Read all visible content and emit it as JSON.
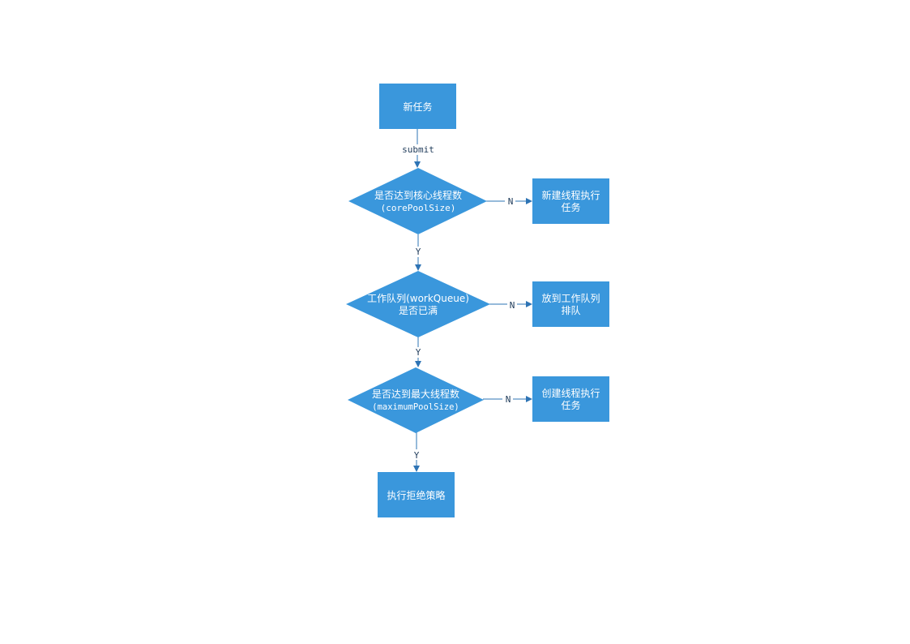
{
  "colors": {
    "node_fill": "#3a97dc",
    "edge": "#2e74b5",
    "node_text": "#ffffff",
    "label_text": "#1f3b5a",
    "background": "#ffffff"
  },
  "nodes": {
    "new_task": {
      "lines": [
        "新任务"
      ]
    },
    "core_check": {
      "lines": [
        "是否达到核心线程数",
        "(corePoolSize)"
      ]
    },
    "new_thread": {
      "lines": [
        "新建线程执行",
        "任务"
      ]
    },
    "queue_check": {
      "lines": [
        "工作队列(workQueue)",
        "是否已满"
      ]
    },
    "enqueue": {
      "lines": [
        "放到工作队列",
        "排队"
      ]
    },
    "max_check": {
      "lines": [
        "是否达到最大线程数",
        "(maximumPoolSize)"
      ]
    },
    "create_thread": {
      "lines": [
        "创建线程执行",
        "任务"
      ]
    },
    "reject": {
      "lines": [
        "执行拒绝策略"
      ]
    }
  },
  "edges": {
    "submit": "submit",
    "core_no": "N",
    "core_yes": "Y",
    "queue_no": "N",
    "queue_yes": "Y",
    "max_no": "N",
    "max_yes": "Y"
  }
}
